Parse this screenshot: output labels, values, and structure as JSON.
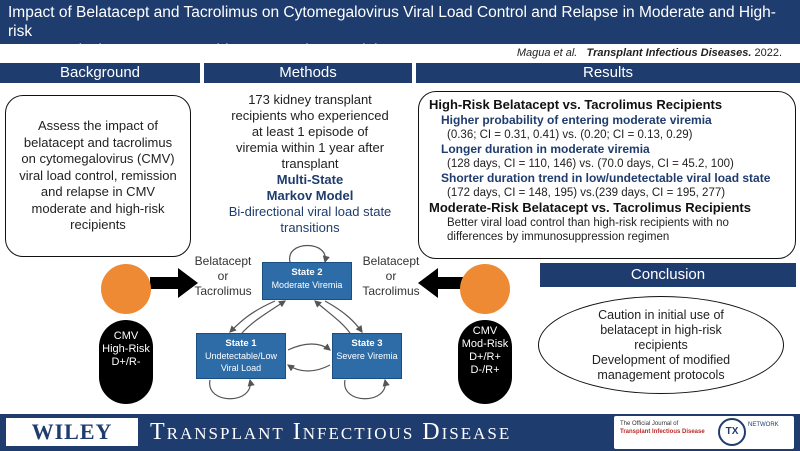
{
  "title": {
    "line1": "Impact of Belatacept and Tacrolimus on Cytomegalovirus Viral Load Control and Relapse in Moderate and High-risk",
    "line2": "Cytomegalovirus Serostatus Kidney Transplant Recipients"
  },
  "citation": {
    "authors": "Magua et al.",
    "journal": "Transplant Infectious Diseases.",
    "year": "2022."
  },
  "sections": {
    "background": "Background",
    "methods": "Methods",
    "results": "Results",
    "conclusion": "Conclusion"
  },
  "background": {
    "text": "Assess the impact of belatacept and tacrolimus on cytomegalovirus (CMV) viral load control, remission and relapse in CMV moderate and high-risk recipients"
  },
  "methods": {
    "text": "173 kidney transplant recipients who experienced at least 1 episode of viremia within 1 year after transplant",
    "model_title_line1": "Multi-State",
    "model_title_line2": "Markov Model",
    "model_sub": "Bi-directional viral load state transitions",
    "states": [
      {
        "title": "State 2",
        "label": "Moderate Viremia"
      },
      {
        "title": "State 1",
        "label": "Undetectable/Low Viral Load"
      },
      {
        "title": "State 3",
        "label": "Severe Viremia"
      }
    ],
    "drug_left": {
      "l1": "Belatacept",
      "l2": "or",
      "l3": "Tacrolimus"
    },
    "drug_right": {
      "l1": "Belatacept",
      "l2": "or",
      "l3": "Tacrolimus"
    },
    "patient_left": {
      "l1": "CMV",
      "l2": "High-Risk",
      "l3": "D+/R-"
    },
    "patient_right": {
      "l1": "CMV",
      "l2": "Mod-Risk",
      "l3": "D+/R+",
      "l4": "D-/R+"
    }
  },
  "results": {
    "heading_high": "High-Risk Belatacept vs. Tacrolimus Recipients",
    "items": [
      {
        "label": "Higher probability of entering moderate viremia",
        "detail": "(0.36; CI = 0.31, 0.41) vs. (0.20; CI = 0.13, 0.29)"
      },
      {
        "label": "Longer duration in moderate viremia",
        "detail": "(128 days, CI = 110, 146) vs. (70.0 days, CI = 45.2, 100)"
      },
      {
        "label": "Shorter duration trend in low/undetectable viral load state",
        "detail": "(172 days, CI = 148, 195) vs.(239 days, CI = 195, 277)"
      }
    ],
    "heading_mod": "Moderate-Risk Belatacept vs. Tacrolimus Recipients",
    "mod_text": "Better viral load control than high-risk recipients with no differences by immunosuppression regimen"
  },
  "conclusion": {
    "line1": "Caution in initial use of",
    "line2": "belatacept in high-risk",
    "line3": "recipients",
    "line4": "Development of modified",
    "line5": "management protocols"
  },
  "footer": {
    "publisher": "WILEY",
    "journal_title": "Transplant Infectious Disease",
    "official_journal": "The Official Journal of",
    "journal_name": "Transplant Infectious Disease",
    "tx_logo": "TX",
    "network": "NETWORK"
  },
  "colors": {
    "navy": "#1f3c6e",
    "state_blue": "#2d6ca7",
    "orange": "#ee8a33"
  },
  "icons": [
    "arrow-right-icon",
    "arrow-left-icon",
    "person-icon",
    "tx-network-logo"
  ]
}
